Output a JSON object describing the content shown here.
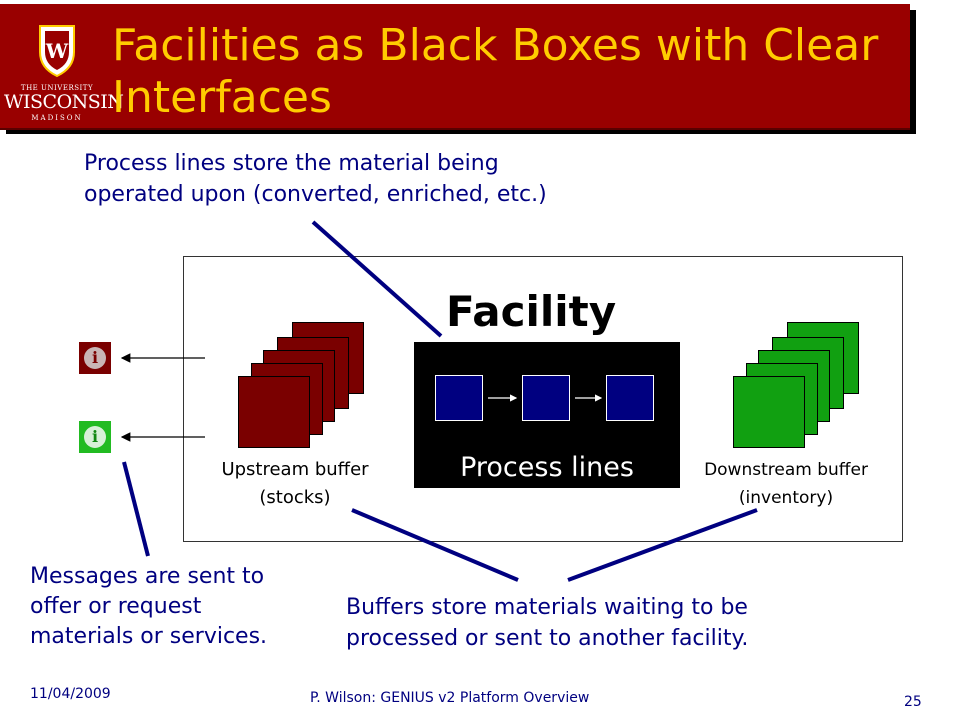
{
  "slide": {
    "title": "Facilities as Black Boxes with Clear Interfaces",
    "logo": {
      "line1": "THE UNIVERSITY",
      "line2": "WISCONSIN",
      "line3": "MADISON",
      "crest_letter": "W"
    },
    "callouts": {
      "process_lines_note": "Process lines store the material being operated upon (converted, enriched, etc.)",
      "messages_note": "Messages are sent to offer or request materials or services.",
      "buffers_note": "Buffers store materials waiting to be processed or sent to another facility."
    },
    "diagram": {
      "facility_label": "Facility",
      "process_label": "Process lines",
      "upstream_caption_line1": "Upstream buffer",
      "upstream_caption_line2": "(stocks)",
      "downstream_caption_line1": "Downstream buffer",
      "downstream_caption_line2": "(inventory)",
      "message_icon_glyph": "i"
    },
    "footer": {
      "date": "11/04/2009",
      "center": "P. Wilson: GENIUS v2 Platform Overview",
      "page_number": "25"
    }
  },
  "colors": {
    "title_bar": "#990000",
    "title_text": "#ffcc00",
    "body_text": "#000080",
    "upstream_buffer": "#7a0000",
    "downstream_buffer": "#11a011",
    "process_square": "#000080",
    "connector_line": "#000080"
  },
  "icons": [
    "wisconsin-crest-icon",
    "info-icon-upstream",
    "info-icon-downstream"
  ]
}
